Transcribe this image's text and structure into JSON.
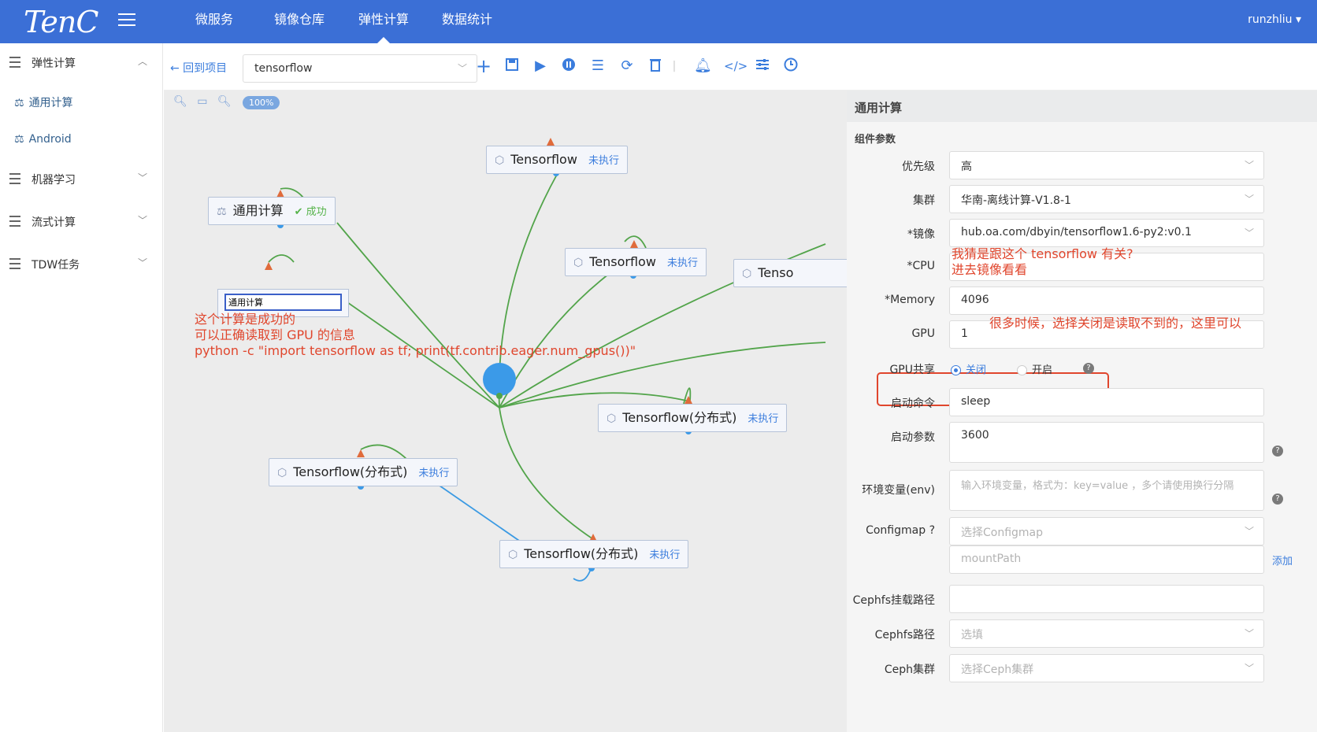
{
  "header": {
    "logo": "TenC",
    "nav": [
      "微服务",
      "镜像仓库",
      "弹性计算",
      "数据统计"
    ],
    "user": "runzhliu ▾"
  },
  "sidebar": {
    "group_elastic": "弹性计算",
    "item_general": "通用计算",
    "item_android": "Android",
    "group_ml": "机器学习",
    "group_stream": "流式计算",
    "group_tdw": "TDW任务"
  },
  "toolbar": {
    "back": "← 回到项目",
    "project": "tensorflow"
  },
  "canvas": {
    "zoom": "100%",
    "nodes": {
      "n1_name": "Tensorflow",
      "n1_status": "未执行",
      "n2_name": "通用计算",
      "n2_status": "成功",
      "n3_name": "Tensorflow",
      "n3_status": "未执行",
      "n4_name": "Tenso",
      "n5_value": "通用计算",
      "n6_name": "Tensorflow(分布式)",
      "n6_status": "未执行",
      "n7_name": "Tensorflow(分布式)",
      "n7_status": "未执行",
      "n8_name": "Tensorflow(分布式)",
      "n8_status": "未执行"
    },
    "annotation_lines": [
      "这个计算是成功的",
      "可以正确读取到 GPU 的信息",
      "python -c \"import tensorflow as tf; print(tf.contrib.eager.num_gpus())\""
    ]
  },
  "panel": {
    "title": "通用计算",
    "section": "组件参数",
    "priority_label": "优先级",
    "priority_value": "高",
    "cluster_label": "集群",
    "cluster_value": "华南-离线计算-V1.8-1",
    "image_label": "*镜像",
    "image_value": "hub.oa.com/dbyin/tensorflow1.6-py2:v0.1",
    "cpu_label": "*CPU",
    "cpu_annotation_1": "我猜是跟这个 tensorflow 有关?",
    "cpu_annotation_2": "进去镜像看看",
    "memory_label": "*Memory",
    "memory_value": "4096",
    "gpu_label": "GPU",
    "gpu_value": "1",
    "gpu_annotation": "很多时候，选择关闭是读取不到的，这里可以",
    "gpu_share_label": "GPU共享",
    "gpu_share_off": "关闭",
    "gpu_share_on": "开启",
    "start_cmd_label": "启动命令",
    "start_cmd_value": "sleep",
    "start_args_label": "启动参数",
    "start_args_value": "3600",
    "env_label": "环境变量(env)",
    "env_placeholder": "输入环境变量，格式为：key=value ，多个请使用换行分隔",
    "configmap_label": "Configmap ?",
    "configmap_placeholder": "选择Configmap",
    "mountpath_placeholder": "mountPath",
    "add_link": "添加",
    "cephfs_mount_label": "Cephfs挂载路径",
    "cephfs_path_label": "Cephfs路径",
    "cephfs_path_placeholder": "选填",
    "ceph_cluster_label": "Ceph集群",
    "ceph_cluster_placeholder": "选择Ceph集群"
  }
}
